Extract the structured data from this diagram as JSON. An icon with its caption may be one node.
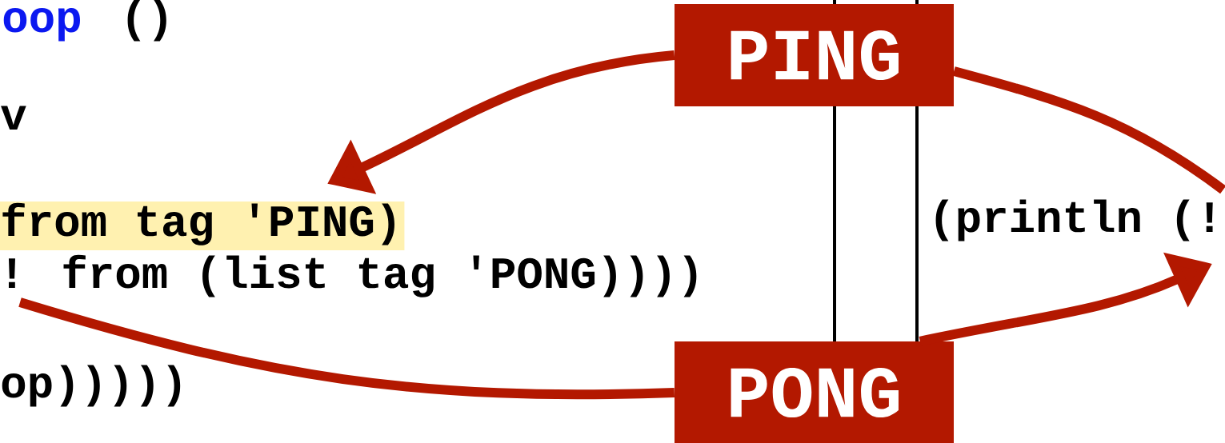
{
  "diagram": {
    "nodes": [
      {
        "text": [
          "PING"
        ]
      },
      {
        "text": [
          "PONG"
        ]
      },
      {
        "text": [
          "from tag 'PING)"
        ]
      },
      {
        "text": [
          "! from (list tag 'PONG))))"
        ]
      },
      {
        "text": [
          "(println (!"
        ]
      }
    ],
    "edges": [
      {
        "from": 0,
        "to": 2,
        "arrow": "to"
      },
      {
        "from": 3,
        "to": 1,
        "arrow": "none"
      },
      {
        "from": 0,
        "to": 4,
        "arrow": "none"
      },
      {
        "from": 1,
        "to": 4,
        "arrow": "to"
      }
    ],
    "labels": [
      "oop",
      "()",
      "v",
      "op)))))"
    ]
  }
}
